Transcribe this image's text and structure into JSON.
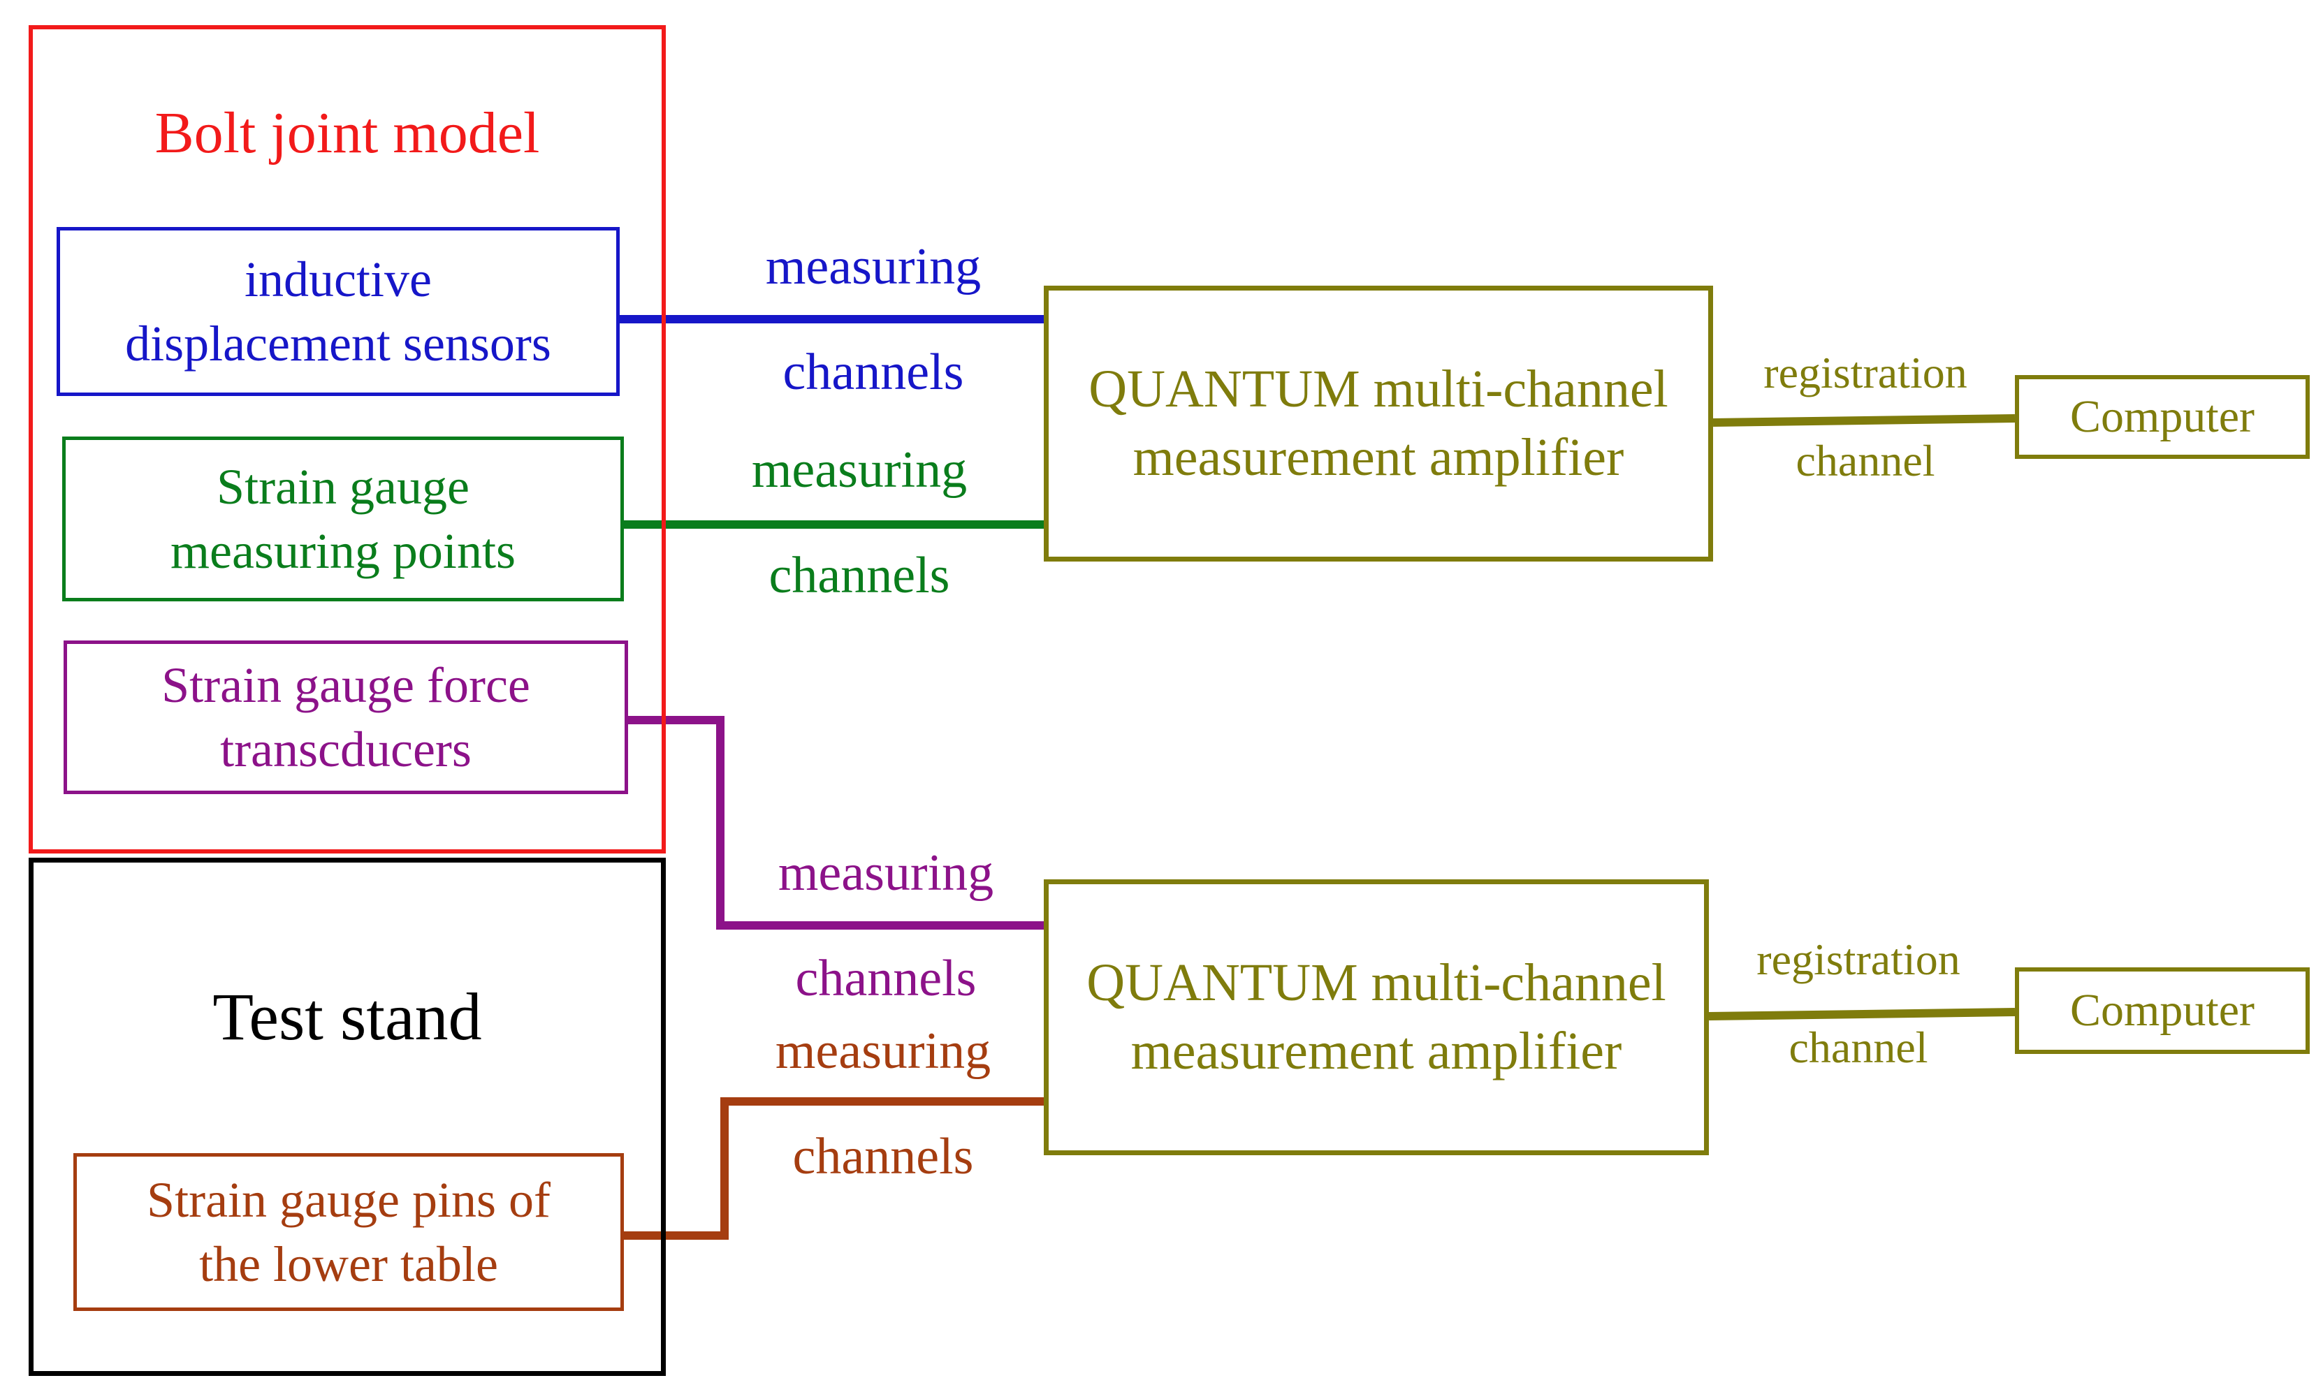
{
  "diagram": {
    "colors": {
      "bolt": "#f21a1a",
      "stand": "#000000",
      "inductive": "#1616c8",
      "strain": "#0a7d1c",
      "force": "#8c1289",
      "pins": "#a53d10",
      "amplifier": "#7f7c0c"
    },
    "bolt_joint_model": {
      "title": "Bolt joint model",
      "inductive_sensors": {
        "line1": "inductive",
        "line2": "displacement sensors"
      },
      "strain_gauge_points": {
        "line1": "Strain gauge",
        "line2": "measuring points"
      },
      "force_transducers": {
        "line1": "Strain gauge force",
        "line2": "transcducers"
      }
    },
    "test_stand": {
      "title": "Test stand",
      "lower_table_pins": {
        "line1": "Strain gauge pins of",
        "line2": "the lower table"
      }
    },
    "connections": {
      "inductive": {
        "line1": "measuring",
        "line2": "channels"
      },
      "strain": {
        "line1": "measuring",
        "line2": "channels"
      },
      "force": {
        "line1": "measuring",
        "line2": "channels"
      },
      "pins": {
        "line1": "measuring",
        "line2": "channels"
      },
      "registration_top": {
        "line1": "registration",
        "line2": "channel"
      },
      "registration_bottom": {
        "line1": "registration",
        "line2": "channel"
      }
    },
    "amplifier_top": {
      "line1": "QUANTUM multi-channel",
      "line2": "measurement amplifier"
    },
    "amplifier_bottom": {
      "line1": "QUANTUM multi-channel",
      "line2": "measurement amplifier"
    },
    "computer_top": {
      "label": "Computer"
    },
    "computer_bottom": {
      "label": "Computer"
    }
  }
}
